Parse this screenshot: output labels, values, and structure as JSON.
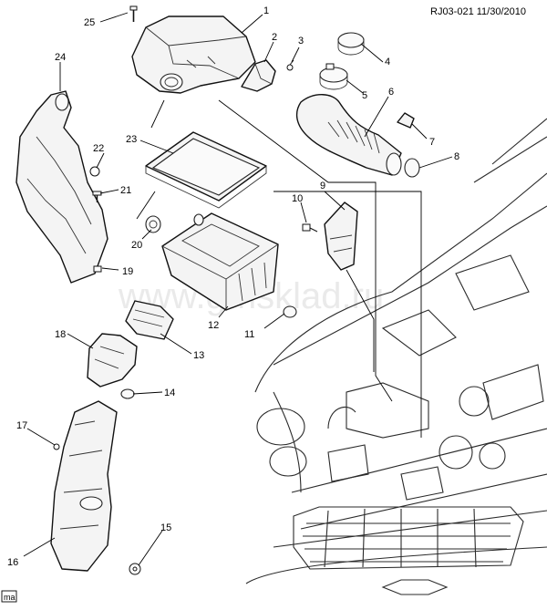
{
  "header": {
    "reference": "RJ03-021 11/30/2010"
  },
  "watermark": "www.gmsklad.ru",
  "badge": "ma",
  "callouts": [
    "1",
    "2",
    "3",
    "4",
    "5",
    "6",
    "7",
    "8",
    "9",
    "10",
    "11",
    "12",
    "13",
    "14",
    "15",
    "16",
    "17",
    "18",
    "19",
    "20",
    "21",
    "22",
    "23",
    "24",
    "25"
  ]
}
